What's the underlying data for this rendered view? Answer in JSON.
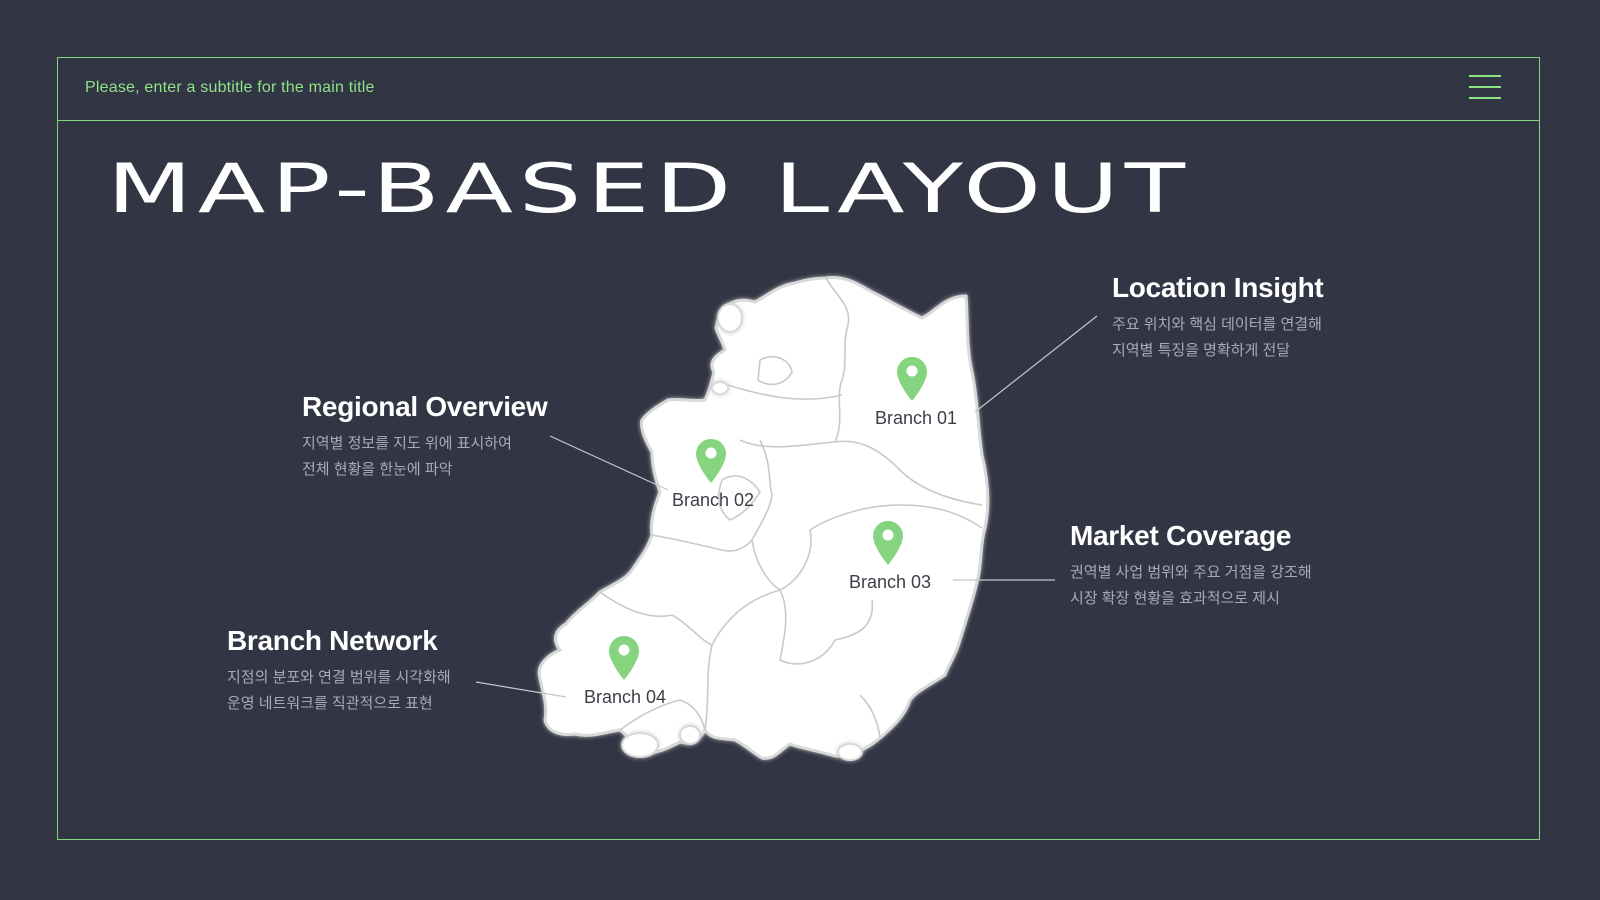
{
  "header": {
    "subtitle": "Please, enter a subtitle for the main title",
    "menu_icon": "hamburger-menu-icon"
  },
  "page_title": "MAP-BASED LAYOUT",
  "colors": {
    "background": "#323644",
    "accent": "#86d47f",
    "map_fill": "#ffffff",
    "pin": "#86d47f"
  },
  "callouts": [
    {
      "title": "Location Insight",
      "lines": [
        "주요 위치와 핵심 데이터를 연결해",
        "지역별 특징을 명확하게 전달"
      ]
    },
    {
      "title": "Regional Overview",
      "lines": [
        "지역별 정보를 지도 위에 표시하여",
        "전체 현황을 한눈에 파악"
      ]
    },
    {
      "title": "Market Coverage",
      "lines": [
        "권역별 사업 범위와 주요 거점을 강조해",
        "시장 확장 현황을 효과적으로 제시"
      ]
    },
    {
      "title": "Branch Network",
      "lines": [
        "지점의 분포와 연결 범위를 시각화해",
        "운영 네트워크를 직관적으로 표현"
      ]
    }
  ],
  "branches": [
    {
      "label": "Branch 01",
      "icon": "map-pin-icon"
    },
    {
      "label": "Branch 02",
      "icon": "map-pin-icon"
    },
    {
      "label": "Branch 03",
      "icon": "map-pin-icon"
    },
    {
      "label": "Branch 04",
      "icon": "map-pin-icon"
    }
  ]
}
